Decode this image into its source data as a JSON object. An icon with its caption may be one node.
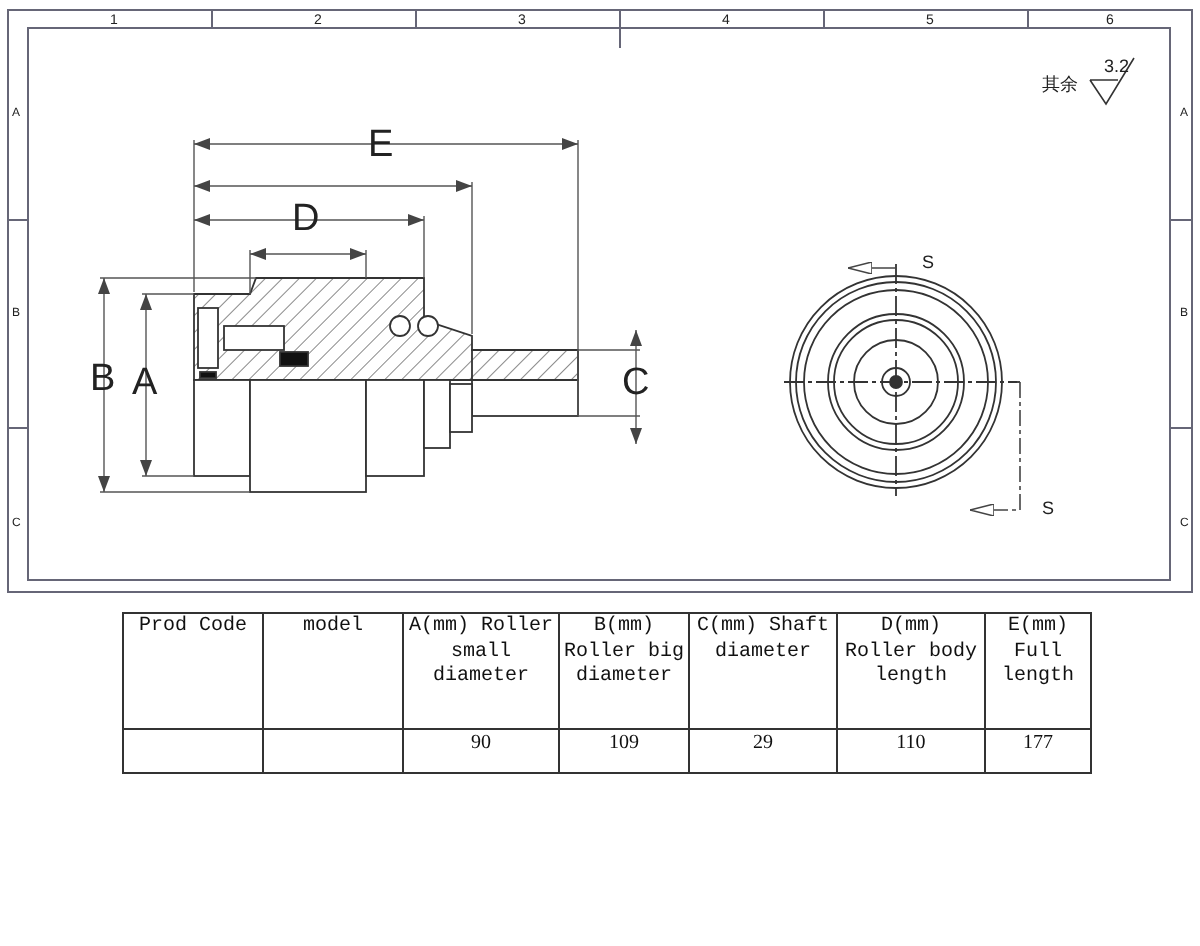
{
  "diagram": {
    "labels": [
      "1",
      "2",
      "3",
      "4",
      "5",
      "6",
      "其余",
      "3.2",
      "A",
      "A",
      "B",
      "B",
      "C",
      "C",
      "E",
      "D",
      "B",
      "A",
      "C",
      "S",
      "S",
      "Prod Code",
      "model",
      "A(mm) Roller small diameter",
      "B(mm) Roller big diameter",
      "C(mm) Shaft diameter",
      "D(mm) Roller body length",
      "E(mm) Full length",
      "90",
      "109",
      "29",
      "110",
      "177"
    ]
  }
}
